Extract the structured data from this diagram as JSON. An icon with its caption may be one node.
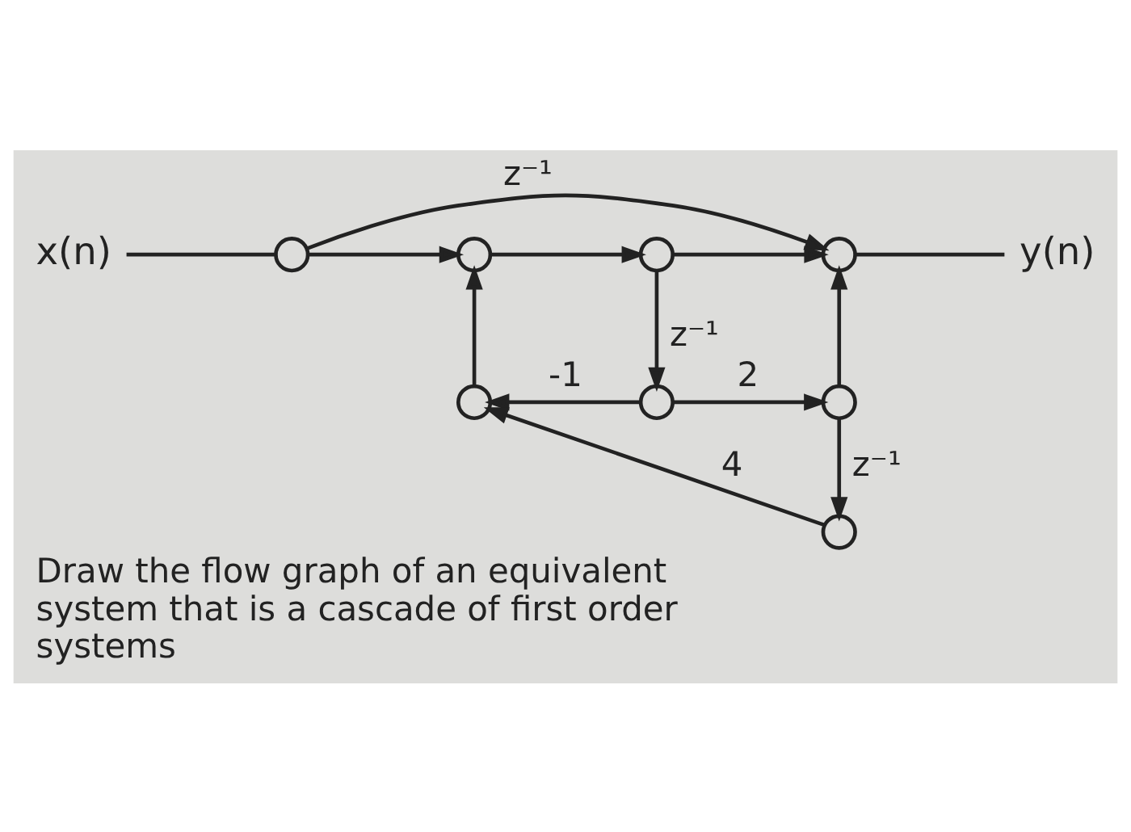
{
  "diagram": {
    "caption": "Draw the flow graph of an equivalent system that is a cascade of first order systems",
    "nodes": [
      {
        "text": [
          "x(n)"
        ]
      },
      {
        "text": [],
        "shape": "circle"
      },
      {
        "text": [],
        "shape": "circle"
      },
      {
        "text": [],
        "shape": "circle"
      },
      {
        "text": [],
        "shape": "circle"
      },
      {
        "text": [
          "y(n)"
        ]
      },
      {
        "text": [],
        "shape": "circle"
      },
      {
        "text": [],
        "shape": "circle"
      },
      {
        "text": [],
        "shape": "circle"
      },
      {
        "text": [],
        "shape": "circle"
      }
    ],
    "edges": [
      {
        "from": 0,
        "to": 1,
        "arrow": "none"
      },
      {
        "from": 1,
        "to": 2,
        "arrow": "to"
      },
      {
        "from": 1,
        "to": 4,
        "arrow": "to",
        "label": "z⁻¹"
      },
      {
        "from": 2,
        "to": 3,
        "arrow": "to"
      },
      {
        "from": 3,
        "to": 4,
        "arrow": "to"
      },
      {
        "from": 4,
        "to": 5,
        "arrow": "none"
      },
      {
        "from": 3,
        "to": 7,
        "arrow": "to",
        "label": "z⁻¹"
      },
      {
        "from": 6,
        "to": 2,
        "arrow": "to"
      },
      {
        "from": 7,
        "to": 6,
        "arrow": "to",
        "label": "-1"
      },
      {
        "from": 7,
        "to": 8,
        "arrow": "to",
        "label": "2"
      },
      {
        "from": 8,
        "to": 4,
        "arrow": "to"
      },
      {
        "from": 8,
        "to": 9,
        "arrow": "to",
        "label": "z⁻¹"
      },
      {
        "from": 9,
        "to": 6,
        "arrow": "to",
        "label": "4"
      }
    ]
  }
}
